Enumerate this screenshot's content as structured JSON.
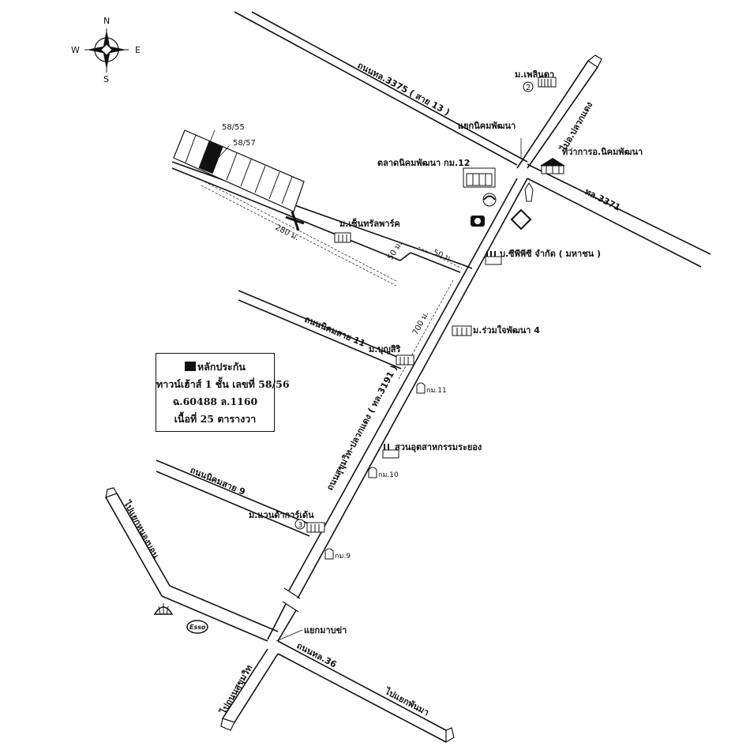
{
  "compass": {
    "n": "N",
    "s": "S",
    "e": "E",
    "w": "W"
  },
  "roads": {
    "rd3375": "ถนนทล.3375 ( สาย 13 )",
    "rd3371": "ทล.3371",
    "rd_to_pluak_daeng": "ไปอ.ปลวกแดง",
    "rd_nikhom11": "ถนนนิคมสาย 11",
    "rd_nikhom9": "ถนนนิคมสาย 9",
    "rd_main": "ถนนสุขุมวิท-ปลวกแดง ( ทล.3191 )",
    "rd_to_nong_bon": "ไปแยกหนองบอน",
    "rd_to_sukhumvit": "ไปถนนสุขุมวิท",
    "rd36": "ถนนทล.36",
    "rd_to_phan_ma": "ไปแยกพันมา"
  },
  "places": {
    "phloen_ta": "ม.เพลินตา",
    "phloen_ta_num": "2",
    "junction_nikhom": "แยกนิคมพัฒนา",
    "district_office": "ที่ว่าการอ.นิคมพัฒนา",
    "market": "ตลาดนิคมพัฒนา กม.12",
    "central_park": "ม.เซ็นทรัลพาร์ค",
    "cpp": "บ.ซีพีพีซี จำกัด ( มหาชน )",
    "ruamjai": "ม.ร่วมใจพัฒนา 4",
    "boonsiri": "ม.บุญสิริ",
    "km11": "กม.11",
    "industrial": "สวนอุตสาหกรรมระยอง",
    "km10": "กม.10",
    "wanda": "ม.แวนด้าการ์เด้น",
    "wanda_num": "3",
    "km9": "กม.9",
    "junction_map_cha": "แยกมาบข่า",
    "esso": "Esso"
  },
  "distances": {
    "d280": "280 ม.",
    "d50a": "50 ม.",
    "d50b": "50 ม.",
    "d700": "700 ม."
  },
  "lots": {
    "lot55": "58/55",
    "lot57": "58/57"
  },
  "legend": {
    "title": "หลักประกัน",
    "line1": "ทาวน์เฮ้าส์ 1 ชั้น เลขที่ 58/56",
    "line2": "ฉ.60488 ล.1160",
    "line3": "เนื้อที่ 25 ตารางวา"
  }
}
